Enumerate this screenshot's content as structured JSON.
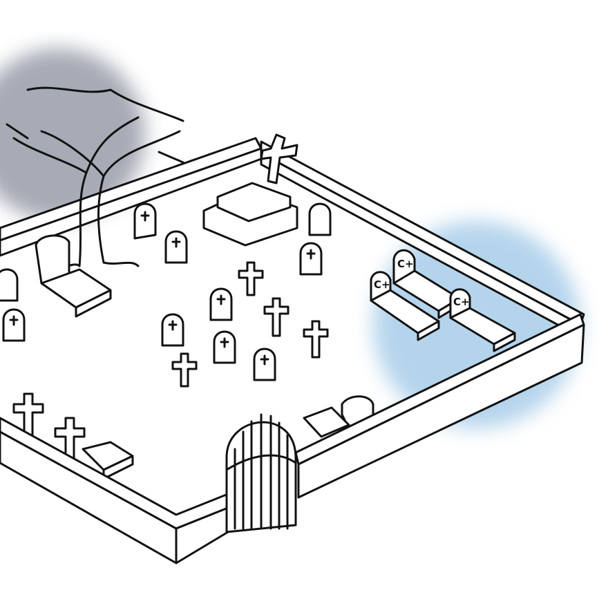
{
  "illustration": {
    "subject": "graveyard",
    "tombstone_labels": [
      "C+",
      "C+",
      "C+"
    ],
    "colors": {
      "shadow_gray": "#8a8f9e",
      "highlight_blue": "#9cc6e6",
      "ink": "#111111"
    }
  }
}
